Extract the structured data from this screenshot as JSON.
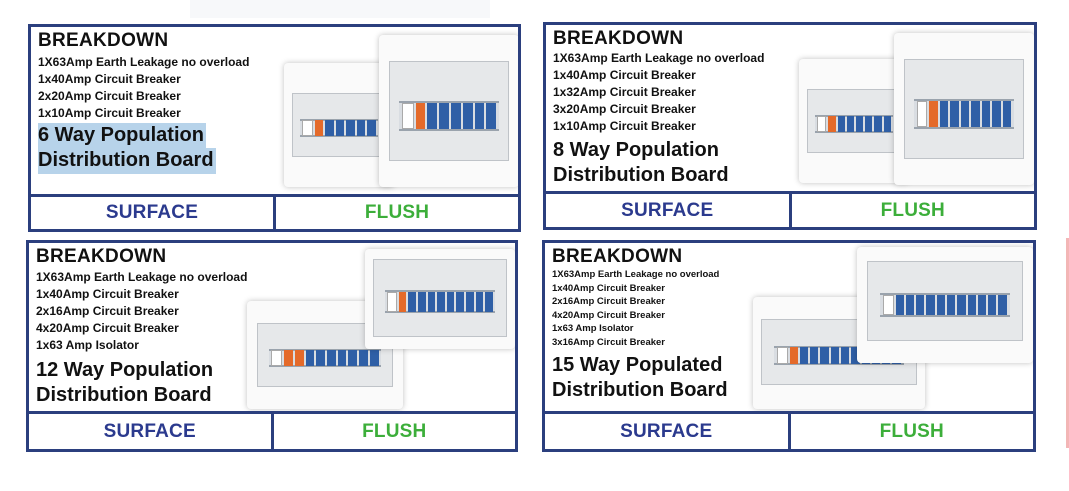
{
  "cards": [
    {
      "heading": "BREAKDOWN",
      "items": [
        "1X63Amp Earth Leakage no overload",
        "1x40Amp Circuit Breaker",
        "2x20Amp Circuit Breaker",
        "1x10Amp Circuit Breaker"
      ],
      "title_line1": "6 Way Population",
      "title_line2": "Distribution Board",
      "surface_label": "SURFACE",
      "flush_label": "FLUSH"
    },
    {
      "heading": "BREAKDOWN",
      "items": [
        "1X63Amp Earth Leakage no overload",
        "1x40Amp Circuit Breaker",
        "1x32Amp Circuit Breaker",
        "3x20Amp Circuit Breaker",
        "1x10Amp Circuit Breaker"
      ],
      "title_line1": "8 Way Population",
      "title_line2": "Distribution Board",
      "surface_label": "SURFACE",
      "flush_label": "FLUSH"
    },
    {
      "heading": "BREAKDOWN",
      "items": [
        "1X63Amp Earth Leakage no overload",
        "1x40Amp Circuit Breaker",
        "2x16Amp Circuit Breaker",
        "4x20Amp Circuit Breaker",
        "1x63 Amp Isolator"
      ],
      "title_line1": "12 Way Population",
      "title_line2": "Distribution Board",
      "surface_label": "SURFACE",
      "flush_label": "FLUSH"
    },
    {
      "heading": "BREAKDOWN",
      "items": [
        "1X63Amp Earth Leakage no overload",
        "1x40Amp Circuit Breaker",
        "2x16Amp Circuit Breaker",
        "4x20Amp Circuit Breaker",
        "1x63 Amp Isolator",
        "3x16Amp Circuit Breaker"
      ],
      "title_line1": "15 Way Populated",
      "title_line2": "Distribution Board",
      "surface_label": "SURFACE",
      "flush_label": "FLUSH"
    }
  ],
  "colors": {
    "border": "#2b3f7e",
    "surface": "#2b3a8e",
    "flush": "#3cae3a",
    "title_highlight": "#b7d3ea"
  }
}
